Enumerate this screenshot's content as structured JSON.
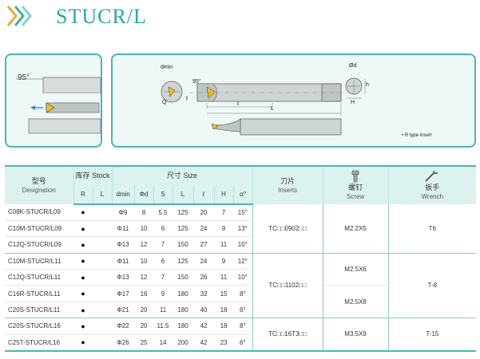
{
  "header": {
    "title": "STUCR/L"
  },
  "figure_left": {
    "angle": "95°"
  },
  "figure_right": {
    "dmin": "dmin",
    "angle": "95°",
    "q": "Q",
    "f": "f",
    "l_small": "ℓ",
    "L": "L",
    "phid": "Ød",
    "h": "h",
    "H": "H",
    "note": "• R type insert"
  },
  "table": {
    "headers": {
      "model_cn": "型号",
      "model_en": "Designation",
      "stock": "库存 Stock",
      "R": "R",
      "L_col": "L",
      "size": "尺寸 Size",
      "dmin": "dmin",
      "phid": "Φd",
      "S": "S",
      "L": "L",
      "l": "ℓ",
      "H": "H",
      "angle": "α°",
      "inserts_cn": "刀片",
      "inserts_en": "Inserts",
      "screw_cn": "螺钉",
      "screw_en": "Screw",
      "wrench_cn": "扳手",
      "wrench_en": "Wrench"
    },
    "rows": [
      {
        "designation": "C08K-STUCR/L09",
        "R": "●",
        "L": "",
        "dmin": "Φ9",
        "d": "8",
        "S": "5.5",
        "Lval": "125",
        "l": "20",
        "H": "7",
        "a": "15°"
      },
      {
        "designation": "C10M-STUCR/L09",
        "R": "●",
        "L": "",
        "dmin": "Φ11",
        "d": "10",
        "S": "6",
        "Lval": "125",
        "l": "24",
        "H": "9",
        "a": "13°"
      },
      {
        "designation": "C12Q-STUCR/L09",
        "R": "●",
        "L": "",
        "dmin": "Φ13",
        "d": "12",
        "S": "7",
        "Lval": "150",
        "l": "27",
        "H": "11",
        "a": "10°"
      },
      {
        "designation": "C10M-STUCR/L11",
        "R": "●",
        "L": "",
        "dmin": "Φ11",
        "d": "10",
        "S": "6",
        "Lval": "125",
        "l": "24",
        "H": "9",
        "a": "12°"
      },
      {
        "designation": "C12Q-STUCR/L11",
        "R": "●",
        "L": "",
        "dmin": "Φ13",
        "d": "12",
        "S": "7",
        "Lval": "150",
        "l": "26",
        "H": "11",
        "a": "10°"
      },
      {
        "designation": "C16R-STUCR/L11",
        "R": "●",
        "L": "",
        "dmin": "Φ17",
        "d": "16",
        "S": "9",
        "Lval": "180",
        "l": "32",
        "H": "15",
        "a": "8°"
      },
      {
        "designation": "C20S-STUCR/L11",
        "R": "●",
        "L": "",
        "dmin": "Φ21",
        "d": "20",
        "S": "11",
        "Lval": "180",
        "l": "40",
        "H": "18",
        "a": "6°"
      },
      {
        "designation": "C20S-STUCR/L16",
        "R": "●",
        "L": "",
        "dmin": "Φ22",
        "d": "20",
        "S": "11.5",
        "Lval": "180",
        "l": "42",
        "H": "18",
        "a": "8°"
      },
      {
        "designation": "C25T-STUCR/L16",
        "R": "●",
        "L": "",
        "dmin": "Φ26",
        "d": "25",
        "S": "14",
        "Lval": "200",
        "l": "42",
        "H": "23",
        "a": "6°"
      }
    ],
    "groups": {
      "insert_1": "TC□□0902□□",
      "insert_2": "TC□□1102□□",
      "insert_3": "TC□□16T3□□",
      "screw_1": "M2.2X5",
      "screw_2a": "M2.5X6",
      "screw_2b": "M2.5X8",
      "screw_3": "M3.5X9",
      "wrench_1": "T6",
      "wrench_2": "T-8",
      "wrench_3": "T-15"
    }
  }
}
